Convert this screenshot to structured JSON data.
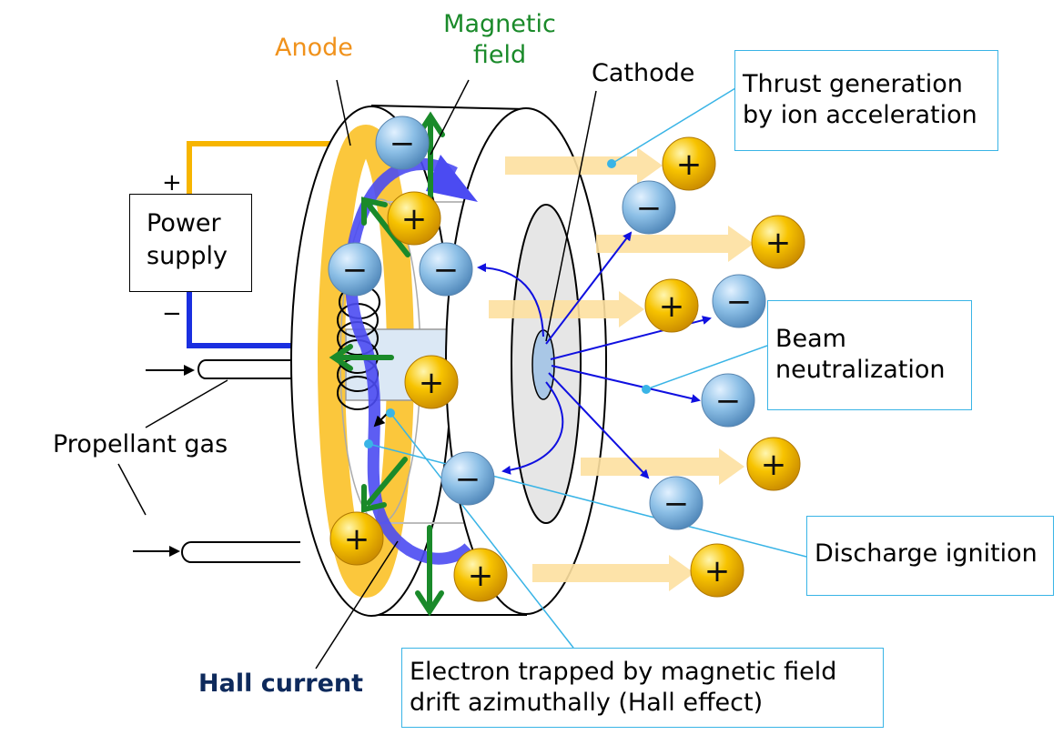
{
  "labels": {
    "anode": "Anode",
    "magnetic_field_line1": "Magnetic",
    "magnetic_field_line2": "field",
    "cathode": "Cathode",
    "power_supply_line1": "Power",
    "power_supply_line2": "supply",
    "plus_terminal": "+",
    "minus_terminal": "−",
    "propellant_gas": "Propellant gas",
    "hall_current": "Hall current"
  },
  "callouts": {
    "thrust_line1": "Thrust generation",
    "thrust_line2": "by ion acceleration",
    "beam_line1": "Beam",
    "beam_line2": "neutralization",
    "discharge": "Discharge ignition",
    "electron_line1": "Electron trapped by magnetic field",
    "electron_line2": "drift azimuthally (Hall effect)"
  },
  "particles": {
    "ion_symbol": "+",
    "electron_symbol": "−"
  },
  "colors": {
    "anode": "#f0921c",
    "anode_ring": "#fbc73c",
    "magnetic_field": "#1a8a2a",
    "hall_current": "#0e2a5c",
    "hall_arrow": "#4b4bf2",
    "power_plus_wire": "#f7b500",
    "power_minus_wire": "#1a2fe0",
    "callout_border": "#39b4e6",
    "ion_fill": "#f7c300",
    "electron_fill": "#8cbfe6",
    "ion_beam_arrow": "#fde0a0"
  }
}
